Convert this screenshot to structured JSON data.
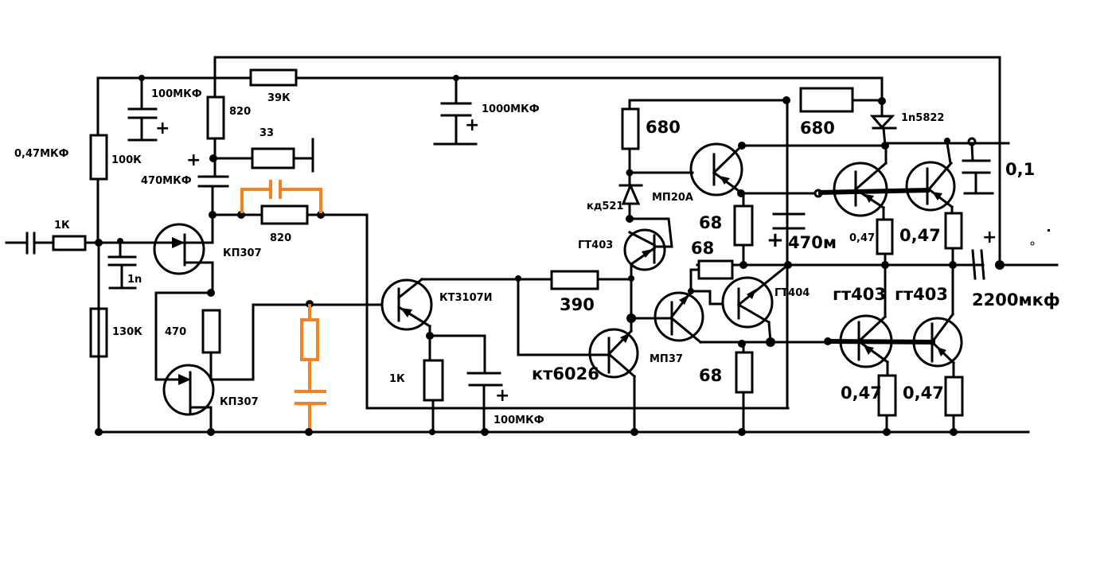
{
  "title": "Amplifier circuit schematic",
  "accent_color": "#f58220",
  "labels": {
    "c_in": "0,47МКФ",
    "r_in": "1К",
    "r_100k": "100К",
    "c_100u_top": "100МКФ",
    "r_820_top": "820",
    "r_39k": "39К",
    "r_33": "33",
    "c_470u": "470МКФ",
    "r_820_fb": "820",
    "c_1n": "1n",
    "q_kp307_top": "КП307",
    "r_130k": "130К",
    "r_470": "470",
    "q_kp307_bottom": "КП307",
    "c_1000u": "1000МКФ",
    "q_kt3107": "КТ3107И",
    "r_1k_emitter": "1К",
    "c_100u_bottom": "100МКФ",
    "r_390": "390",
    "q_kt6026": "кт6026",
    "r_680_left": "680",
    "d_kd521": "кд521",
    "q_mp20a": "МП20А",
    "q_gt403_driver": "ГТ403",
    "r_68_a": "68",
    "r_68_b": "68",
    "q_mp37": "МП37",
    "r_68_c": "68",
    "q_gt404": "ГТ404",
    "r_680_right": "680",
    "d_1n5822": "1n5822",
    "c_470m": "470м",
    "r_047_a": "0,47",
    "r_047_b": "0,47",
    "c_01": "0,1",
    "q_gt403_out1": "гт403",
    "q_gt403_out2": "гт403",
    "c_2200u": "2200мкф",
    "r_047_c": "0,47",
    "r_047_d": "0,47",
    "plus": "+"
  }
}
